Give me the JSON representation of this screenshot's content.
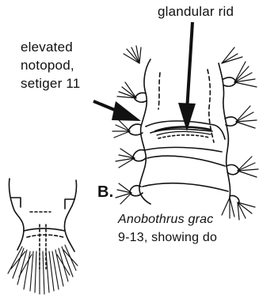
{
  "figure": {
    "label_glandular": "glandular rid",
    "label_notopod_lines": [
      "elevated",
      "notopod,",
      "setiger 11"
    ],
    "panel_letter": "B.",
    "caption_species": "Anobothrus grac",
    "caption_text": "9-13, showing do",
    "ink_color": "#111111"
  }
}
